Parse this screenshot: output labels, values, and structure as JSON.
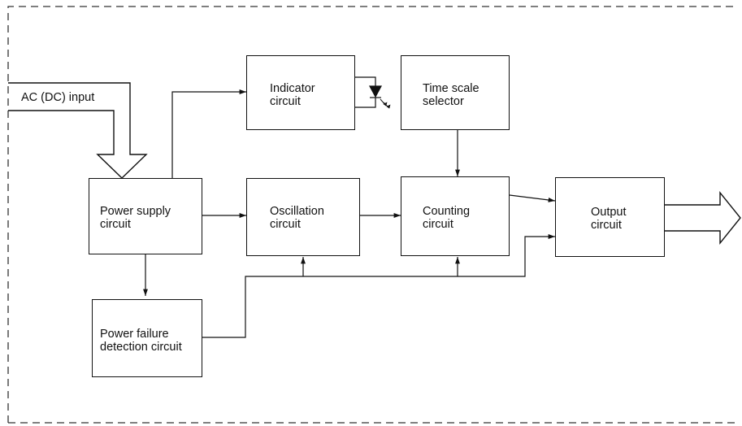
{
  "diagram": {
    "input_label": "AC (DC) input",
    "blocks": {
      "indicator": "Indicator\ncircuit",
      "time_scale": "Time scale\nselector",
      "power_supply": "Power supply\ncircuit",
      "oscillation": "Oscillation\ncircuit",
      "counting": "Counting\ncircuit",
      "output": "Output\ncircuit",
      "power_failure": "Power failure\ndetection circuit"
    },
    "colors": {
      "line": "#111111",
      "background": "#ffffff"
    }
  }
}
